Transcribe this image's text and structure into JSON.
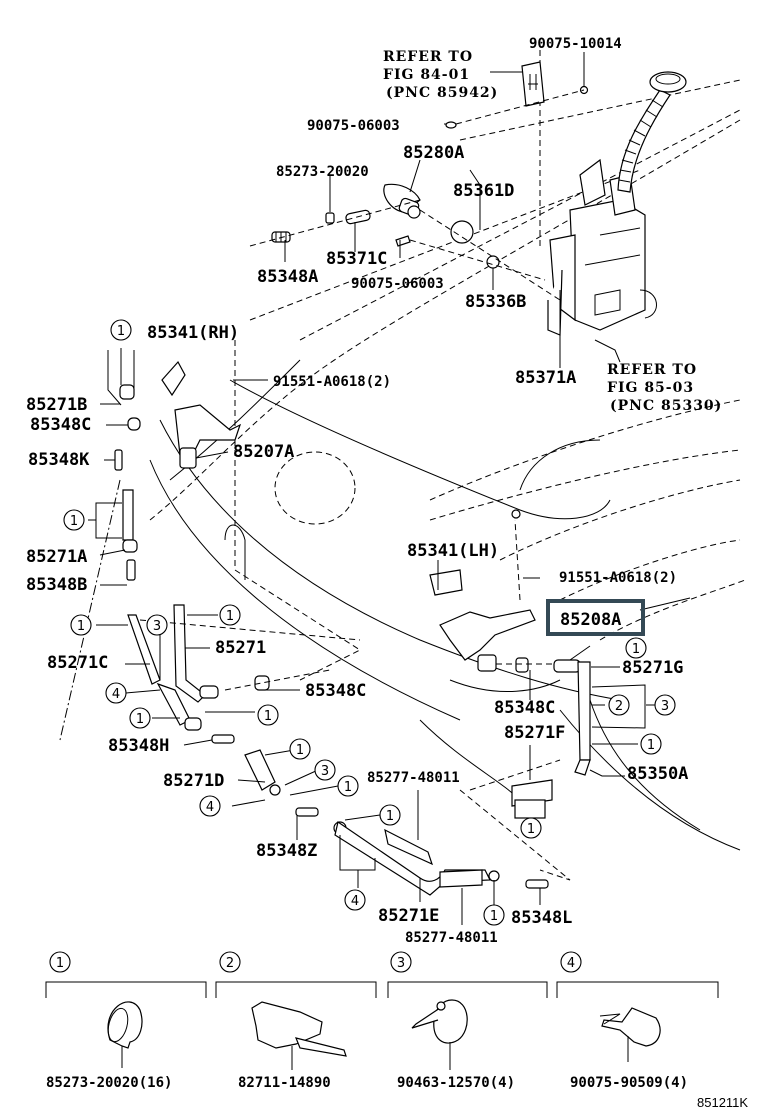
{
  "diagram": {
    "figure_code": "851211K",
    "highlight_color": "#344955",
    "highlighted_part": "85208A",
    "refer_top": {
      "line1": "REFER TO",
      "line2": "FIG 84-01",
      "line3": "(PNC 85942)"
    },
    "refer_right": {
      "line1": "REFER TO",
      "line2": "FIG 85-03",
      "line3": "(PNC 85330)"
    },
    "labels": {
      "p90075_10014": "90075-10014",
      "p90075_06003_top": "90075-06003",
      "p85280A": "85280A",
      "p85273_20020": "85273-20020",
      "p85361D": "85361D",
      "p85371C": "85371C",
      "p85348A": "85348A",
      "p90075_06003_mid": "90075-06003",
      "p85336B": "85336B",
      "p85341RH": "85341(RH)",
      "p91551_rh": "91551-A0618(2)",
      "p85371A": "85371A",
      "p85271B": "85271B",
      "p85348C_top": "85348C",
      "p85348K": "85348K",
      "p85207A": "85207A",
      "p85271A": "85271A",
      "p85348B": "85348B",
      "p85341LH": "85341(LH)",
      "p91551_lh": "91551-A0618(2)",
      "p85208A": "85208A",
      "p85271C": "85271C",
      "p85271": "85271",
      "p85348C_mid": "85348C",
      "p85271G": "85271G",
      "p85348C_right": "85348C",
      "p85271F": "85271F",
      "p85348H": "85348H",
      "p85350A": "85350A",
      "p85271D": "85271D",
      "p85277_48011_top": "85277-48011",
      "p85348Z": "85348Z",
      "p85271E": "85271E",
      "p85348L": "85348L",
      "p85277_48011_bot": "85277-48011"
    },
    "callout_numbers": [
      "1",
      "2",
      "3",
      "4"
    ],
    "legend": [
      {
        "num": "1",
        "part": "85273-20020(16)",
        "icon": "hose-clamp-icon"
      },
      {
        "num": "2",
        "part": "82711-14890",
        "icon": "hose-clip-icon"
      },
      {
        "num": "3",
        "part": "90463-12570(4)",
        "icon": "band-clamp-icon"
      },
      {
        "num": "4",
        "part": "90075-90509(4)",
        "icon": "clip-icon"
      }
    ]
  }
}
